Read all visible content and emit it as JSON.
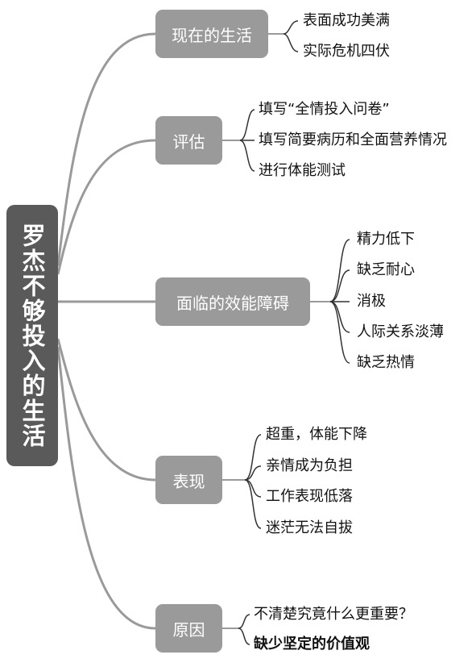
{
  "root": {
    "label": "罗杰不够投入的生活"
  },
  "branches": [
    {
      "label": "现在的生活",
      "items": [
        {
          "text": "表面成功美满"
        },
        {
          "text": "实际危机四伏"
        }
      ]
    },
    {
      "label": "评估",
      "items": [
        {
          "text": "填写“全情投入问卷”"
        },
        {
          "text": "填写简要病历和全面营养情况"
        },
        {
          "text": "进行体能测试"
        }
      ]
    },
    {
      "label": "面临的效能障碍",
      "items": [
        {
          "text": "精力低下"
        },
        {
          "text": "缺乏耐心"
        },
        {
          "text": "消极"
        },
        {
          "text": "人际关系淡薄"
        },
        {
          "text": "缺乏热情"
        }
      ]
    },
    {
      "label": "表现",
      "items": [
        {
          "text": "超重，体能下降"
        },
        {
          "text": "亲情成为负担"
        },
        {
          "text": "工作表现低落"
        },
        {
          "text": "迷茫无法自拔"
        }
      ]
    },
    {
      "label": "原因",
      "items": [
        {
          "text": "不清楚究竟什么更重要？"
        },
        {
          "text": "缺少坚定的价值观",
          "bold": true
        }
      ]
    }
  ],
  "colors": {
    "root_bg": "#5a5a5a",
    "branch_bg": "#9a9a9a",
    "line": "#9a9a9a"
  }
}
